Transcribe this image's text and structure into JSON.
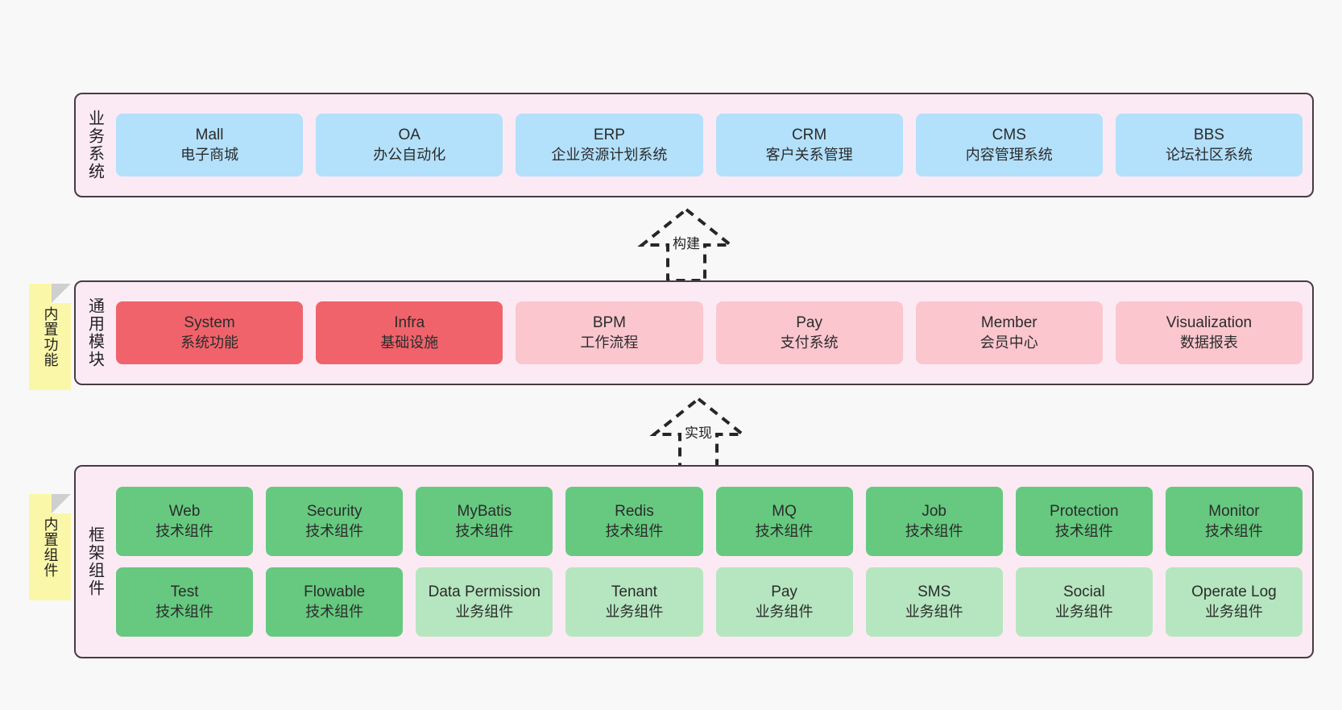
{
  "diagram": {
    "layers": [
      {
        "id": "business-systems",
        "title": "业务系统",
        "note": null,
        "rows": [
          {
            "cells": [
              {
                "name": "Mall",
                "sub": "电子商城",
                "color": "c-blue"
              },
              {
                "name": "OA",
                "sub": "办公自动化",
                "color": "c-blue"
              },
              {
                "name": "ERP",
                "sub": "企业资源计划系统",
                "color": "c-blue"
              },
              {
                "name": "CRM",
                "sub": "客户关系管理",
                "color": "c-blue"
              },
              {
                "name": "CMS",
                "sub": "内容管理系统",
                "color": "c-blue"
              },
              {
                "name": "BBS",
                "sub": "论坛社区系统",
                "color": "c-blue"
              }
            ]
          }
        ]
      },
      {
        "id": "common-modules",
        "title": "通用模块",
        "note": "内置功能",
        "rows": [
          {
            "cells": [
              {
                "name": "System",
                "sub": "系统功能",
                "color": "c-red"
              },
              {
                "name": "Infra",
                "sub": "基础设施",
                "color": "c-red"
              },
              {
                "name": "BPM",
                "sub": "工作流程",
                "color": "c-pink"
              },
              {
                "name": "Pay",
                "sub": "支付系统",
                "color": "c-pink"
              },
              {
                "name": "Member",
                "sub": "会员中心",
                "color": "c-pink"
              },
              {
                "name": "Visualization",
                "sub": "数据报表",
                "color": "c-pink"
              }
            ]
          }
        ]
      },
      {
        "id": "framework-components",
        "title": "框架组件",
        "note": "内置组件",
        "rows": [
          {
            "cells": [
              {
                "name": "Web",
                "sub": "技术组件",
                "color": "c-green"
              },
              {
                "name": "Security",
                "sub": "技术组件",
                "color": "c-green"
              },
              {
                "name": "MyBatis",
                "sub": "技术组件",
                "color": "c-green"
              },
              {
                "name": "Redis",
                "sub": "技术组件",
                "color": "c-green"
              },
              {
                "name": "MQ",
                "sub": "技术组件",
                "color": "c-green"
              },
              {
                "name": "Job",
                "sub": "技术组件",
                "color": "c-green"
              },
              {
                "name": "Protection",
                "sub": "技术组件",
                "color": "c-green"
              },
              {
                "name": "Monitor",
                "sub": "技术组件",
                "color": "c-green"
              }
            ]
          },
          {
            "cells": [
              {
                "name": "Test",
                "sub": "技术组件",
                "color": "c-green"
              },
              {
                "name": "Flowable",
                "sub": "技术组件",
                "color": "c-green"
              },
              {
                "name": "Data Permission",
                "sub": "业务组件",
                "color": "c-lgreen"
              },
              {
                "name": "Tenant",
                "sub": "业务组件",
                "color": "c-lgreen"
              },
              {
                "name": "Pay",
                "sub": "业务组件",
                "color": "c-lgreen"
              },
              {
                "name": "SMS",
                "sub": "业务组件",
                "color": "c-lgreen"
              },
              {
                "name": "Social",
                "sub": "业务组件",
                "color": "c-lgreen"
              },
              {
                "name": "Operate Log",
                "sub": "业务组件",
                "color": "c-lgreen"
              }
            ]
          }
        ]
      }
    ],
    "connectors": [
      {
        "id": "build",
        "label": "构建"
      },
      {
        "id": "implement",
        "label": "实现"
      }
    ],
    "colors": {
      "band_fill": "#fbeaf4",
      "band_stroke": "#4a3a42",
      "blue": "#b3e0fb",
      "red": "#f1636b",
      "pink": "#fbc6ce",
      "green": "#66c97f",
      "light_green": "#b5e6bf",
      "note_yellow": "#fbf7a8",
      "canvas": "#f8f8f8"
    }
  }
}
